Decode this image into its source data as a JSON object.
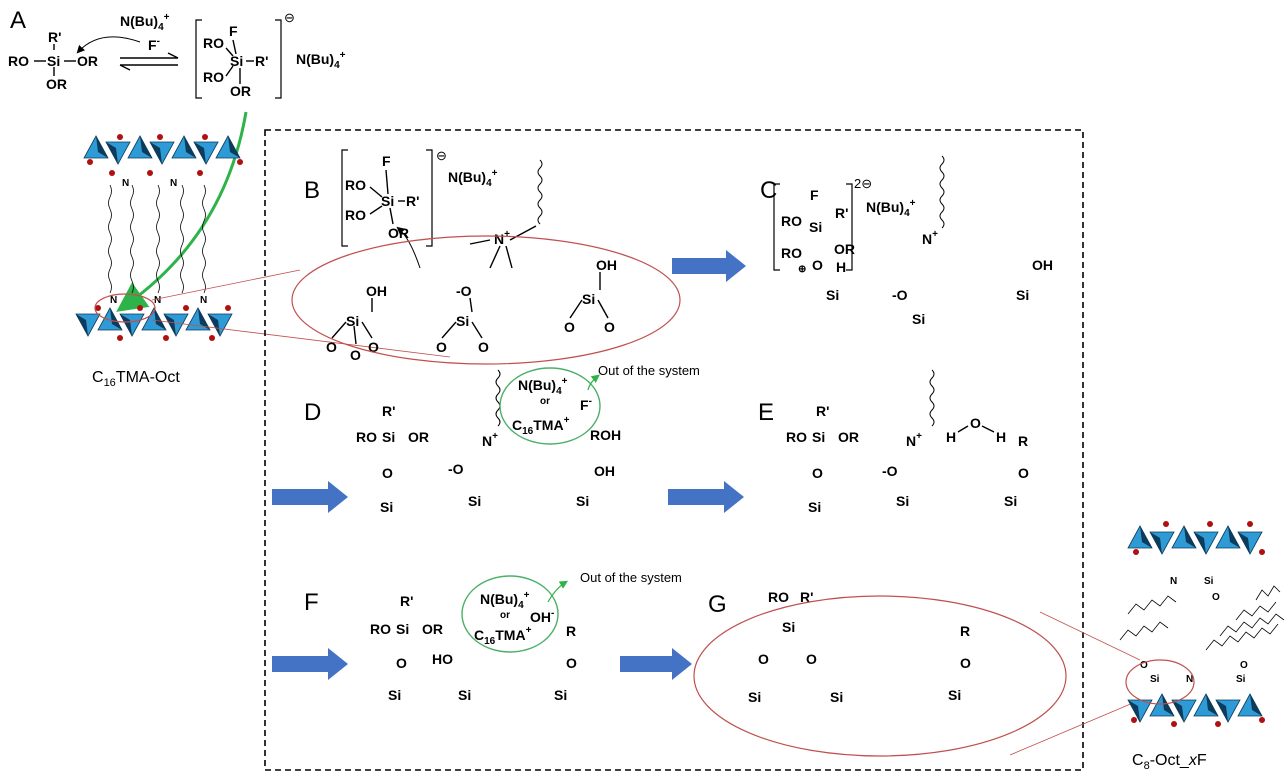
{
  "panels": {
    "A": "A",
    "B": "B",
    "C": "C",
    "D": "D",
    "E": "E",
    "F": "F",
    "G": "G"
  },
  "labels": {
    "ro": "RO",
    "or": "OR",
    "r_prime": "R'",
    "f": "F",
    "si": "Si",
    "o": "O",
    "oh": "OH",
    "h": "H",
    "roh": "ROH",
    "r": "R",
    "n_plus": "N",
    "plus": "+",
    "minus_o": "-O",
    "nbu4": "N(Bu)",
    "sub4": "4",
    "sup_plus": "+",
    "fluoride": "F",
    "hydroxide": "OH",
    "minus": "-",
    "or_word": "or",
    "c16tma": "C",
    "c16tma_sub": "16",
    "c16tma_rest": "TMA",
    "charge_minus": "⊖",
    "charge_2minus": "2⊖",
    "positive_circle": "⊕"
  },
  "notes": {
    "out_of_system_1": "Out of the system",
    "out_of_system_2": "Out of the system"
  },
  "captions": {
    "left_main": "C",
    "left_sub": "16",
    "left_rest": "TMA-Oct",
    "right_main": "C",
    "right_sub": "8",
    "right_rest": "-Oct_",
    "right_italic": "x",
    "right_end": "F"
  },
  "colors": {
    "arrow_blue": "#4472C4",
    "ellipse_red": "#C0504D",
    "ellipse_green": "#4CAF68",
    "arrow_green": "#2EB34A",
    "tetra_blue": "#2E9BD6",
    "tetra_dark": "#0D3B5C",
    "oxygen_red": "#B01010"
  }
}
